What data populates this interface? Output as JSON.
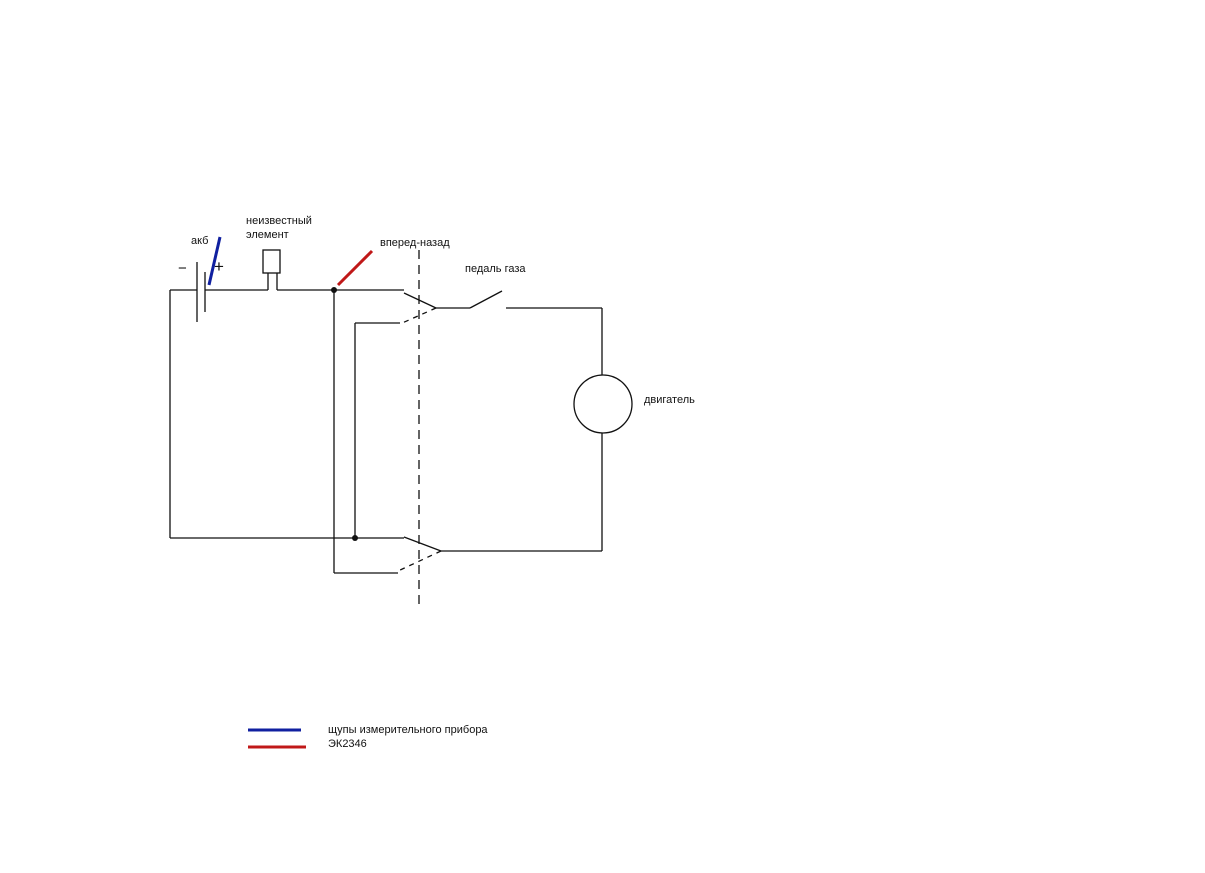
{
  "labels": {
    "battery": "акб",
    "unknown_element_line1": "неизвестный",
    "unknown_element_line2": "элемент",
    "direction_switch": "вперед-назад",
    "gas_pedal": "педаль газа",
    "motor": "двигатель",
    "minus": "−",
    "plus": "+"
  },
  "legend": [
    {
      "label": "щупы измерительного прибора",
      "color": "#1020a0"
    },
    {
      "label": "ЭК2346",
      "color": "#c01818"
    }
  ],
  "colors": {
    "probe": "#1020a0",
    "ek": "#c01818",
    "wire": "#111111"
  }
}
